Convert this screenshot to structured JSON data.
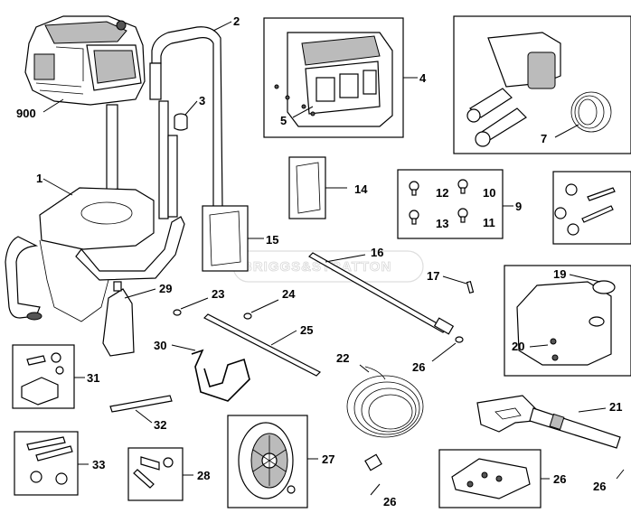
{
  "watermark": "BRIGGS&STRATTON",
  "callouts": [
    {
      "id": "900",
      "text": "900"
    },
    {
      "id": "1",
      "text": "1"
    },
    {
      "id": "2",
      "text": "2"
    },
    {
      "id": "3",
      "text": "3"
    },
    {
      "id": "4",
      "text": "4"
    },
    {
      "id": "5",
      "text": "5"
    },
    {
      "id": "7",
      "text": "7"
    },
    {
      "id": "9",
      "text": "9"
    },
    {
      "id": "10",
      "text": "10"
    },
    {
      "id": "11",
      "text": "11"
    },
    {
      "id": "12",
      "text": "12"
    },
    {
      "id": "13",
      "text": "13"
    },
    {
      "id": "14",
      "text": "14"
    },
    {
      "id": "15",
      "text": "15"
    },
    {
      "id": "16",
      "text": "16"
    },
    {
      "id": "17",
      "text": "17"
    },
    {
      "id": "19",
      "text": "19"
    },
    {
      "id": "20",
      "text": "20"
    },
    {
      "id": "21",
      "text": "21"
    },
    {
      "id": "22",
      "text": "22"
    },
    {
      "id": "23",
      "text": "23"
    },
    {
      "id": "24",
      "text": "24"
    },
    {
      "id": "25",
      "text": "25"
    },
    {
      "id": "26a",
      "text": "26"
    },
    {
      "id": "26b",
      "text": "26"
    },
    {
      "id": "26c",
      "text": "26"
    },
    {
      "id": "26d",
      "text": "26"
    },
    {
      "id": "27",
      "text": "27"
    },
    {
      "id": "28",
      "text": "28"
    },
    {
      "id": "29",
      "text": "29"
    },
    {
      "id": "30",
      "text": "30"
    },
    {
      "id": "31",
      "text": "31"
    },
    {
      "id": "32",
      "text": "32"
    },
    {
      "id": "33",
      "text": "33"
    }
  ]
}
